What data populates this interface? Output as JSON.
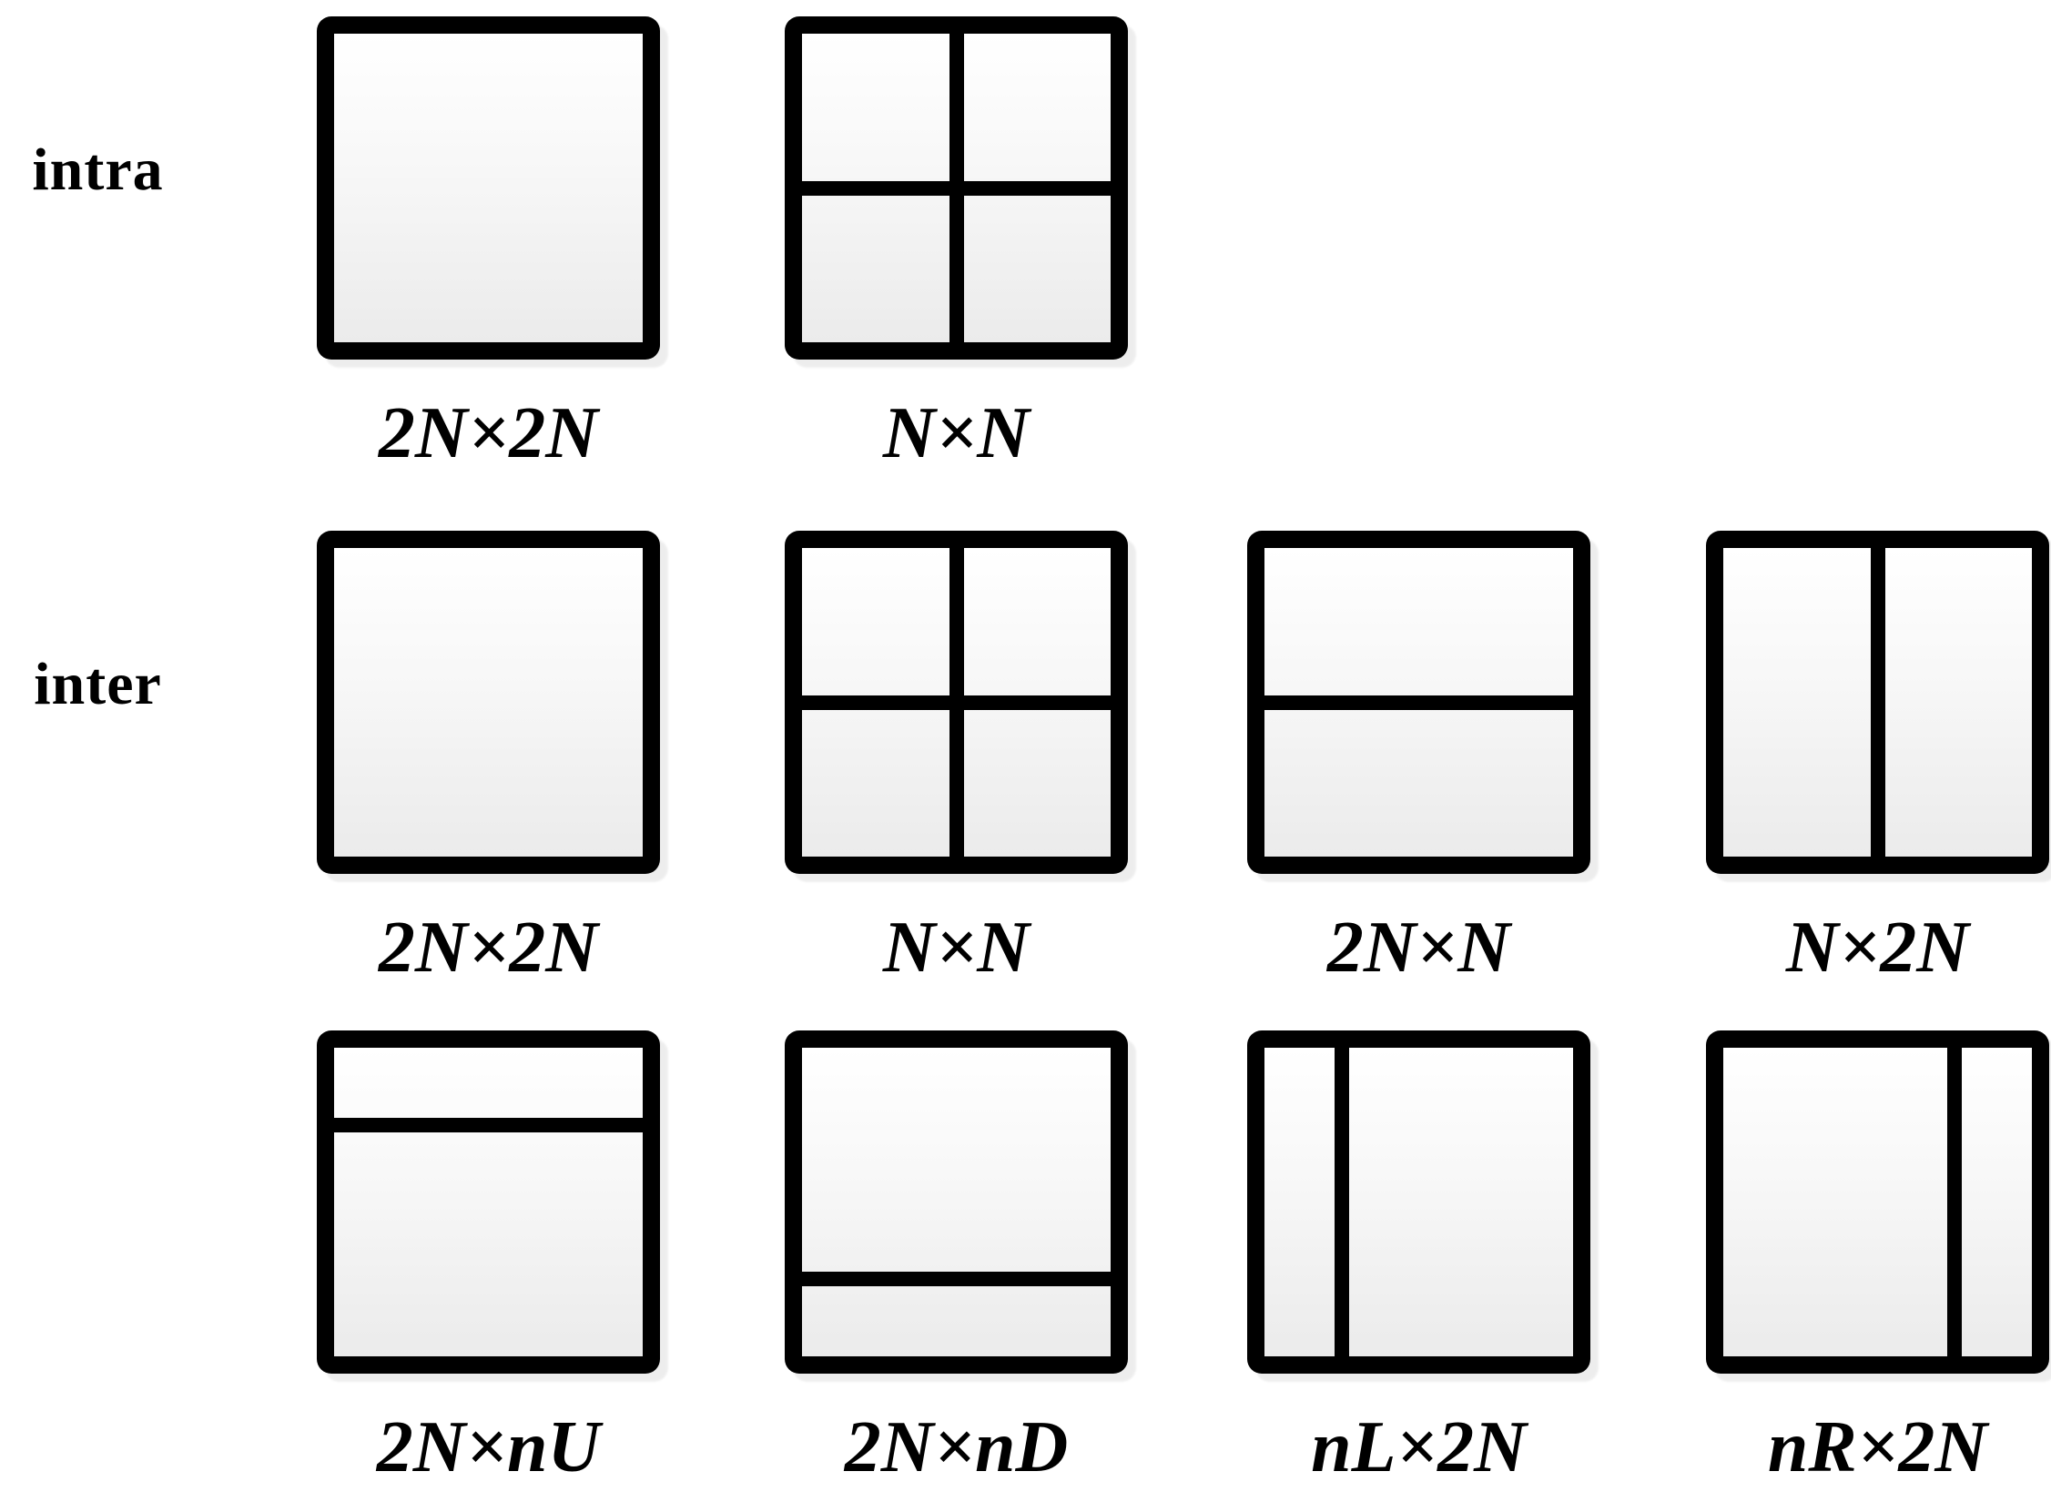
{
  "figure": {
    "description": "Block partition modes diagram (intra and inter prediction unit splittings)",
    "colors": {
      "background": "#ffffff",
      "border": "#000000",
      "text": "#000000",
      "fill_top": "#ffffff",
      "fill_bottom": "#ebebeb"
    },
    "rows": [
      {
        "row_label": "intra",
        "units": [
          {
            "label": "2N×2N",
            "partition": "whole",
            "dividers": []
          },
          {
            "label": "N×N",
            "partition": "quad",
            "dividers": [
              {
                "orientation": "horizontal",
                "position_pct": 50
              },
              {
                "orientation": "vertical",
                "position_pct": 50
              }
            ]
          }
        ]
      },
      {
        "row_label": "inter",
        "units": [
          {
            "label": "2N×2N",
            "partition": "whole",
            "dividers": []
          },
          {
            "label": "N×N",
            "partition": "quad",
            "dividers": [
              {
                "orientation": "horizontal",
                "position_pct": 50
              },
              {
                "orientation": "vertical",
                "position_pct": 50
              }
            ]
          },
          {
            "label": "2N×N",
            "partition": "horizontal-half",
            "dividers": [
              {
                "orientation": "horizontal",
                "position_pct": 50
              }
            ]
          },
          {
            "label": "N×2N",
            "partition": "vertical-half",
            "dividers": [
              {
                "orientation": "vertical",
                "position_pct": 50
              }
            ]
          }
        ]
      },
      {
        "row_label": "",
        "units": [
          {
            "label": "2N×nU",
            "partition": "horizontal-quarter-up",
            "dividers": [
              {
                "orientation": "horizontal",
                "position_pct": 25
              }
            ]
          },
          {
            "label": "2N×nD",
            "partition": "horizontal-quarter-down",
            "dividers": [
              {
                "orientation": "horizontal",
                "position_pct": 75
              }
            ]
          },
          {
            "label": "nL×2N",
            "partition": "vertical-quarter-left",
            "dividers": [
              {
                "orientation": "vertical",
                "position_pct": 25
              }
            ]
          },
          {
            "label": "nR×2N",
            "partition": "vertical-quarter-right",
            "dividers": [
              {
                "orientation": "vertical",
                "position_pct": 75
              }
            ]
          }
        ]
      }
    ]
  }
}
